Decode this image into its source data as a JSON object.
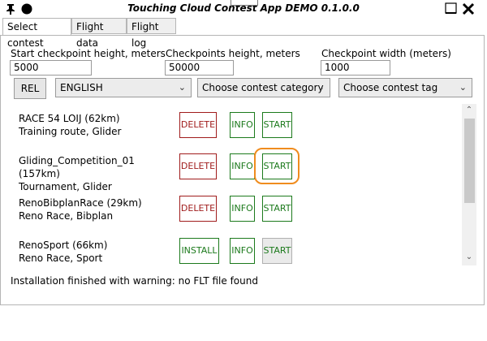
{
  "window": {
    "title": "Touching Cloud Contest App DEMO 0.1.0.0",
    "icons": [
      "pin-icon",
      "circle-icon",
      "minimize-icon",
      "close-icon"
    ]
  },
  "tabs": [
    "Select contest",
    "Flight data",
    "Flight log"
  ],
  "fields": {
    "start_label": "Start checkpoint height, meters",
    "start_value": "5000",
    "checkpoints_label": "Checkpoints height, meters",
    "checkpoints_value": "50000",
    "width_label": "Checkpoint width (meters)",
    "width_value": "1000"
  },
  "controls": {
    "rel_label": "REL",
    "language": "ENGLISH",
    "category_placeholder": "Choose contest category",
    "tag_placeholder": "Choose contest tag"
  },
  "contests": [
    {
      "title": "RACE 54 LOIJ (62km)",
      "subtitle": "Training route, Glider",
      "primary": "DELETE",
      "info": "INFO",
      "start": "START"
    },
    {
      "title": "Gliding_Competition_01 (157km)",
      "subtitle": "Tournament, Glider",
      "primary": "DELETE",
      "info": "INFO",
      "start": "START"
    },
    {
      "title": "RenoBibplanRace (29km)",
      "subtitle": "Reno Race, Bibplan",
      "primary": "DELETE",
      "info": "INFO",
      "start": "START"
    },
    {
      "title": "RenoSport (66km)",
      "subtitle": "Reno Race, Sport",
      "primary": "INSTALL",
      "info": "INFO",
      "start": "START"
    }
  ],
  "status": "Installation finished with warning: no FLT file found",
  "colors": {
    "delete": "#a01c1c",
    "ok": "#1c7a1c",
    "highlight": "#f08c1e"
  }
}
